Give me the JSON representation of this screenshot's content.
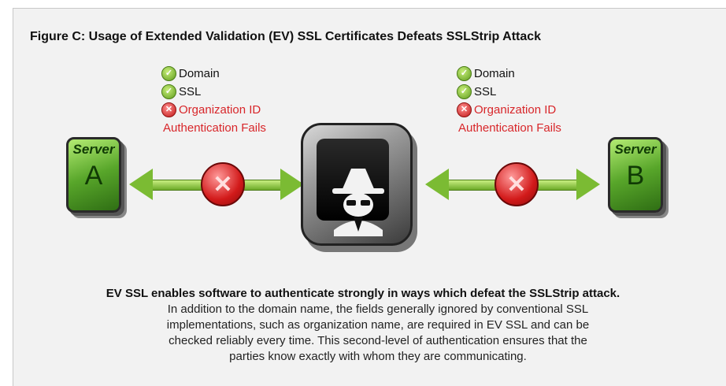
{
  "figure": {
    "title": "Figure C: Usage of Extended Validation (EV) SSL Certificates Defeats SSLStrip Attack"
  },
  "left_panel": {
    "checks": [
      {
        "label": "Domain",
        "status": "pass"
      },
      {
        "label": "SSL",
        "status": "pass"
      },
      {
        "label": "Organization ID",
        "status": "fail"
      }
    ],
    "failure_text": "Authentication Fails"
  },
  "right_panel": {
    "checks": [
      {
        "label": "Domain",
        "status": "pass"
      },
      {
        "label": "SSL",
        "status": "pass"
      },
      {
        "label": "Organization ID",
        "status": "fail"
      }
    ],
    "failure_text": "Authentication Fails"
  },
  "servers": {
    "left": {
      "label": "Server",
      "letter": "A"
    },
    "right": {
      "label": "Server",
      "letter": "B"
    }
  },
  "colors": {
    "server_green": "#58a62a",
    "arrow_green": "#7bbb33",
    "fail_red": "#d8262a"
  },
  "caption": {
    "headline": "EV SSL enables software to authenticate strongly in ways which defeat the SSLStrip attack.",
    "body": "In addition to the domain name, the fields generally ignored by conventional SSL implementations, such as organization name, are required in EV SSL and can be checked reliably every time. This second-level of authentication ensures that the parties know exactly with whom they are communicating."
  }
}
